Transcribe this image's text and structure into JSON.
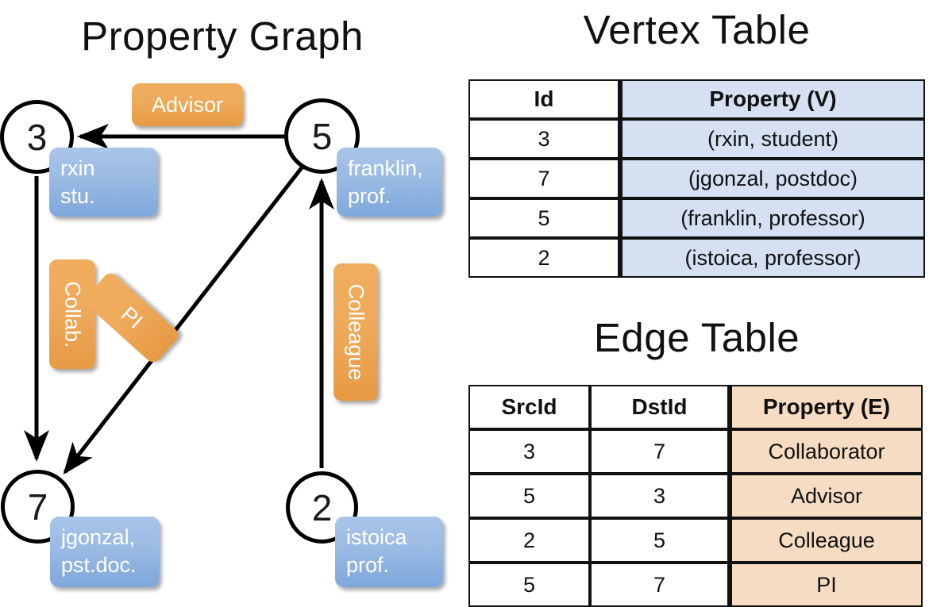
{
  "titles": {
    "graph": "Property Graph",
    "vertex_table": "Vertex Table",
    "edge_table": "Edge Table"
  },
  "graph": {
    "nodes": [
      {
        "id": "3",
        "property_label": "rxin\nstu."
      },
      {
        "id": "5",
        "property_label": "franklin,\nprof."
      },
      {
        "id": "7",
        "property_label": "jgonzal,\npst.doc."
      },
      {
        "id": "2",
        "property_label": "istoica\nprof."
      }
    ],
    "node_labels": {
      "n3": "3",
      "n5": "5",
      "n7": "7",
      "n2": "2"
    },
    "vertex_boxes": {
      "rxin_line1": "rxin",
      "rxin_line2": "stu.",
      "franklin_line1": "franklin,",
      "franklin_line2": "prof.",
      "jgonzal_line1": "jgonzal,",
      "jgonzal_line2": "pst.doc.",
      "istoica_line1": "istoica",
      "istoica_line2": "prof."
    },
    "edge_labels": {
      "advisor": "Advisor",
      "collab": "Collab.",
      "pi": "PI",
      "colleague": "Colleague"
    },
    "edges": [
      {
        "from": "5",
        "to": "3",
        "label": "Advisor"
      },
      {
        "from": "3",
        "to": "7",
        "label": "Collab."
      },
      {
        "from": "5",
        "to": "7",
        "label": "PI"
      },
      {
        "from": "2",
        "to": "5",
        "label": "Colleague"
      }
    ]
  },
  "vertex_table": {
    "headers": [
      "Id",
      "Property (V)"
    ],
    "rows": [
      {
        "id": "3",
        "property": "(rxin, student)"
      },
      {
        "id": "7",
        "property": "(jgonzal, postdoc)"
      },
      {
        "id": "5",
        "property": "(franklin, professor)"
      },
      {
        "id": "2",
        "property": "(istoica, professor)"
      }
    ]
  },
  "edge_table": {
    "headers": [
      "SrcId",
      "DstId",
      "Property (E)"
    ],
    "rows": [
      {
        "src": "3",
        "dst": "7",
        "property": "Collaborator"
      },
      {
        "src": "5",
        "dst": "3",
        "property": "Advisor"
      },
      {
        "src": "2",
        "dst": "5",
        "property": "Colleague"
      },
      {
        "src": "5",
        "dst": "7",
        "property": "PI"
      }
    ]
  },
  "colors": {
    "vertex_property_fill": "#d5e0f2",
    "edge_property_fill": "#f5dcc3",
    "vertex_box_blue": "#8cb1e0",
    "edge_box_orange": "#eda94f",
    "stroke": "#111111",
    "background": "#ffffff"
  }
}
